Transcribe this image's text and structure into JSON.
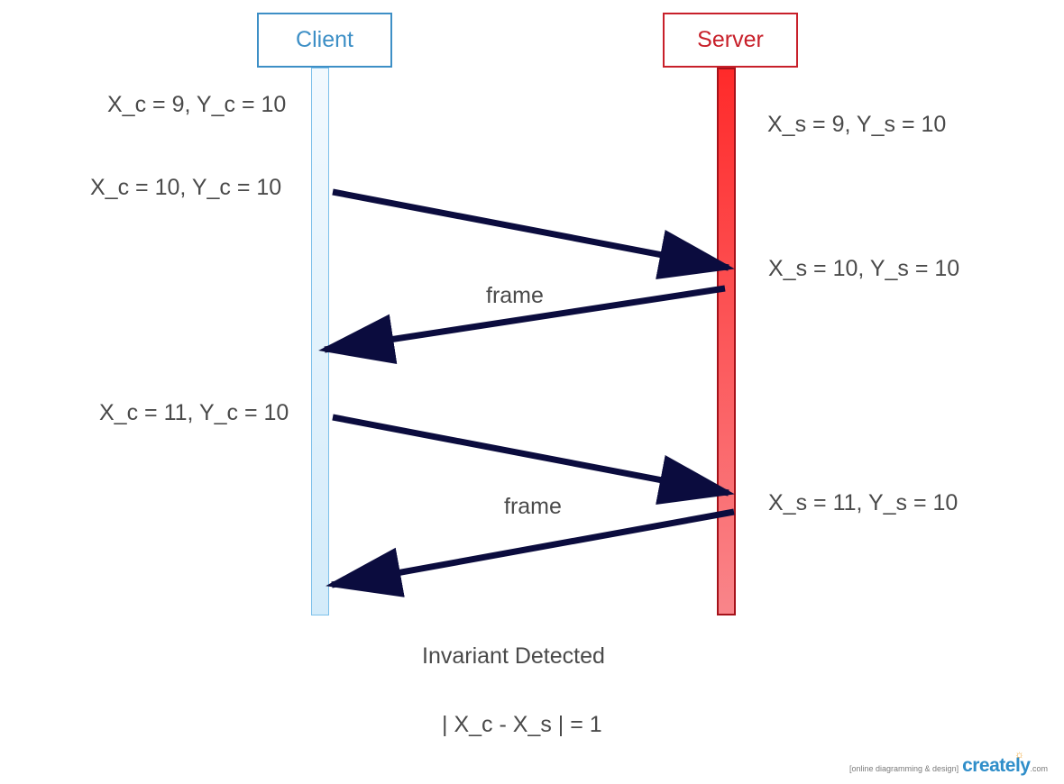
{
  "actors": {
    "client": {
      "label": "Client",
      "color": "#3d8fc6"
    },
    "server": {
      "label": "Server",
      "color": "#c8202a"
    }
  },
  "client_states": [
    "X_c = 9, Y_c = 10",
    "X_c = 10, Y_c = 10",
    "X_c = 11, Y_c = 10"
  ],
  "server_states": [
    "X_s = 9, Y_s = 10",
    "X_s = 10, Y_s = 10",
    "X_s = 11, Y_s = 10"
  ],
  "messages": [
    {
      "from": "client",
      "to": "server",
      "label": ""
    },
    {
      "from": "server",
      "to": "client",
      "label": "frame"
    },
    {
      "from": "client",
      "to": "server",
      "label": ""
    },
    {
      "from": "server",
      "to": "client",
      "label": "frame"
    }
  ],
  "footer": {
    "title": "Invariant Detected",
    "formula": "| X_c - X_s | = 1"
  },
  "watermark": {
    "tagline": "[online diagramming & design]",
    "logo": "creately",
    "domain": ".com"
  },
  "arrow_color": "#0b0c3e"
}
